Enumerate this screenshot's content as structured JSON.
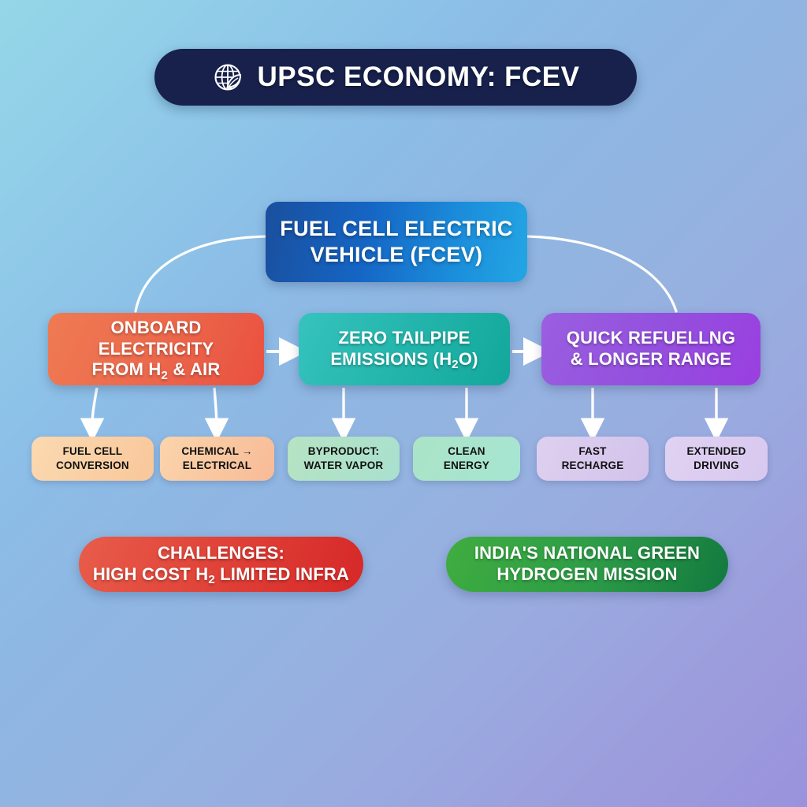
{
  "page": {
    "background_from": "#95d7e8",
    "background_to": "#9a92dd"
  },
  "header": {
    "title": "UPSC ECONOMY: FCEV",
    "icon": "globe-leaf-icon",
    "background": "#17214c",
    "text_color": "#ffffff"
  },
  "main_node": {
    "line1": "FUEL CELL ELECTRIC",
    "line2": "VEHICLE (FCEV)",
    "color_from": "#1a4f9e",
    "color_to": "#23a6e4"
  },
  "tier2": [
    {
      "line1": "ONBOARD ELECTRICITY",
      "line2_pre": "FROM H",
      "line2_sub": "2",
      "line2_post": " & AIR",
      "color_from": "#ef7b52",
      "color_to": "#e9503f"
    },
    {
      "line1": "ZERO TAILPIPE",
      "line2_pre": "EMISSIONS (H",
      "line2_sub": "2",
      "line2_post": "O)",
      "color_from": "#36c3be",
      "color_to": "#13a79b"
    },
    {
      "line1": "QUICK REFUELLNG",
      "line2_pre": "& LONGER RANGE",
      "line2_sub": "",
      "line2_post": "",
      "color_from": "#9a5fe0",
      "color_to": "#9a3fe0"
    }
  ],
  "tier3": [
    {
      "line1": "FUEL CELL",
      "line2": "CONVERSION",
      "color": "#fbd9b0"
    },
    {
      "line1": "CHEMICAL →",
      "line2": "ELECTRICAL",
      "color": "#fbd4ab"
    },
    {
      "line1": "BYPRODUCT:",
      "line2": "WATER VAPOR",
      "color": "#b6e3c3"
    },
    {
      "line1": "CLEAN",
      "line2": "ENERGY",
      "color": "#abe4c6"
    },
    {
      "line1": "FAST",
      "line2": "RECHARGE",
      "color": "#ded0ef"
    },
    {
      "line1": "EXTENDED",
      "line2": "DRIVING",
      "color": "#e0d2f2"
    }
  ],
  "bottom": [
    {
      "line1": "CHALLENGES:",
      "line2_pre": "HIGH COST H",
      "line2_sub": "2",
      "line2_post": " LIMITED INFRA",
      "color_from": "#e85c4a",
      "color_to": "#d62828"
    },
    {
      "line1": "INDIA'S NATIONAL GREEN",
      "line2_pre": "HYDROGEN MISSION",
      "line2_sub": "",
      "line2_post": "",
      "color_from": "#3fad3f",
      "color_to": "#12793f"
    }
  ],
  "connectors": {
    "stroke": "#ffffff",
    "arrow_style": "solid-line-with-triangle-head"
  }
}
